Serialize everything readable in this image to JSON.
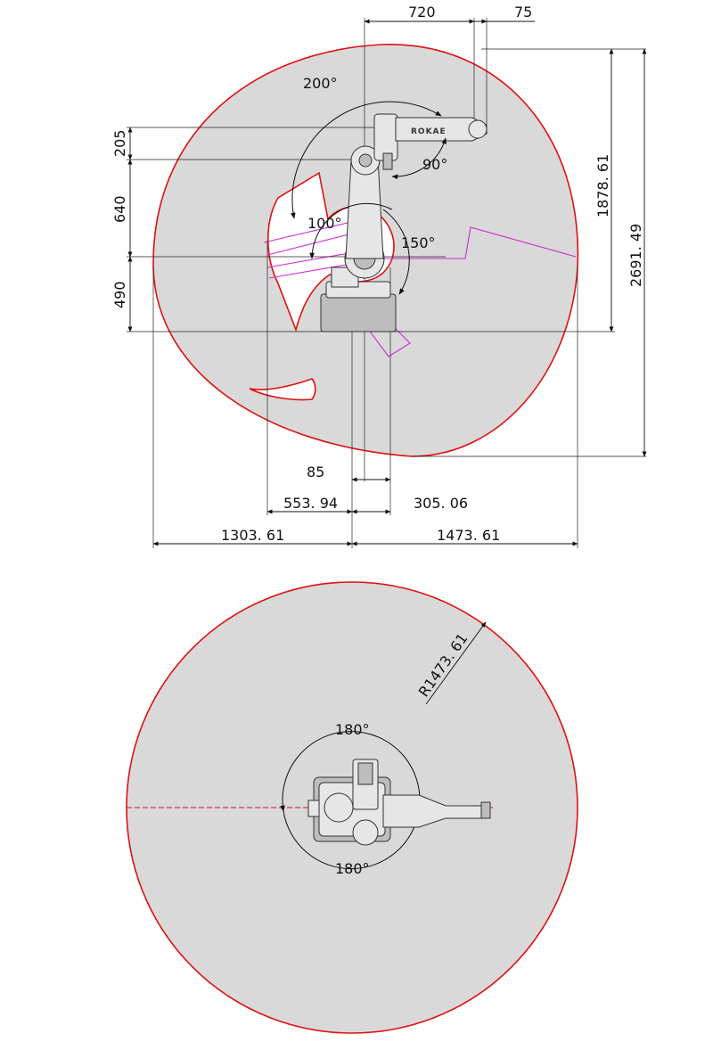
{
  "side_view": {
    "dimensions": {
      "top_offset_1": "720",
      "top_offset_2": "75",
      "left_height_1": "205",
      "left_height_2": "640",
      "left_height_3": "490",
      "right_height_1": "1878. 61",
      "right_height_2": "2691. 49",
      "bottom_offset_1": "85",
      "bottom_left_1": "553. 94",
      "bottom_right_1": "305. 06",
      "bottom_left_2": "1303. 61",
      "bottom_right_2": "1473. 61"
    },
    "angles": {
      "axis3_upper": "200°",
      "axis5": "90°",
      "axis2_back": "100°",
      "axis2_front": "150°"
    },
    "robot_brand": "ROKAE"
  },
  "top_view": {
    "radius_label": "R1473. 61",
    "axis1_upper": "180°",
    "axis1_lower": "180°"
  },
  "colors": {
    "envelope_fill": "#d9d9d9",
    "envelope_stroke": "#e01010",
    "limit_lines": "#d22ad2"
  }
}
